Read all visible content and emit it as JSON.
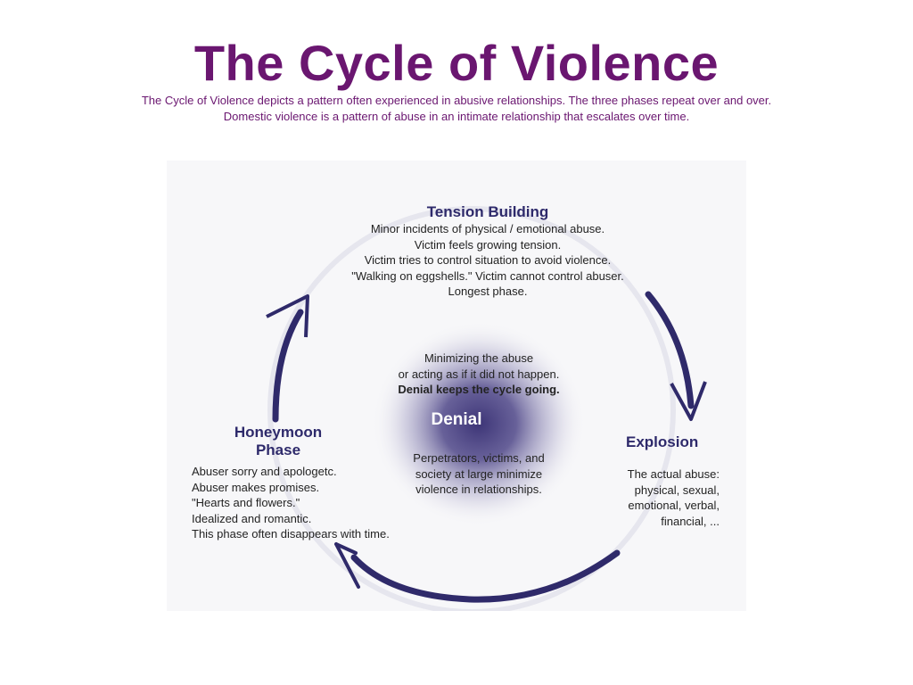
{
  "header": {
    "title": "The Cycle of Violence",
    "subtitle": "The Cycle of Violence depicts a pattern often experienced in abusive relationships. The three phases repeat over and over. Domestic violence is a pattern of abuse in an intimate relationship that escalates over time."
  },
  "diagram": {
    "colors": {
      "arc": "#2f2a6a",
      "title": "#6a1670",
      "denial_glow": "#3d3577"
    },
    "tension": {
      "heading": "Tension Building",
      "lines": [
        "Minor incidents of physical / emotional abuse.",
        "Victim feels growing tension.",
        "Victim tries to control situation to avoid violence.",
        "\"Walking on eggshells.\" Victim cannot control abuser.",
        "Longest phase."
      ]
    },
    "explosion": {
      "heading": "Explosion",
      "lines": [
        "The actual abuse:",
        "physical, sexual,",
        "emotional, verbal,",
        "financial, ..."
      ]
    },
    "honeymoon": {
      "heading_line1": "Honeymoon",
      "heading_line2": "Phase",
      "lines": [
        "Abuser sorry and apologetc.",
        "Abuser makes promises.",
        "\"Hearts and flowers.\"",
        "Idealized and romantic.",
        "This phase often disappears with time."
      ]
    },
    "denial": {
      "top_line1": "Minimizing the abuse",
      "top_line2": "or acting as if it did not happen.",
      "top_bold": "Denial keeps the cycle going.",
      "label": "Denial",
      "bottom_lines": [
        "Perpetrators, victims, and",
        "society at large minimize",
        "violence in relationships."
      ]
    }
  }
}
